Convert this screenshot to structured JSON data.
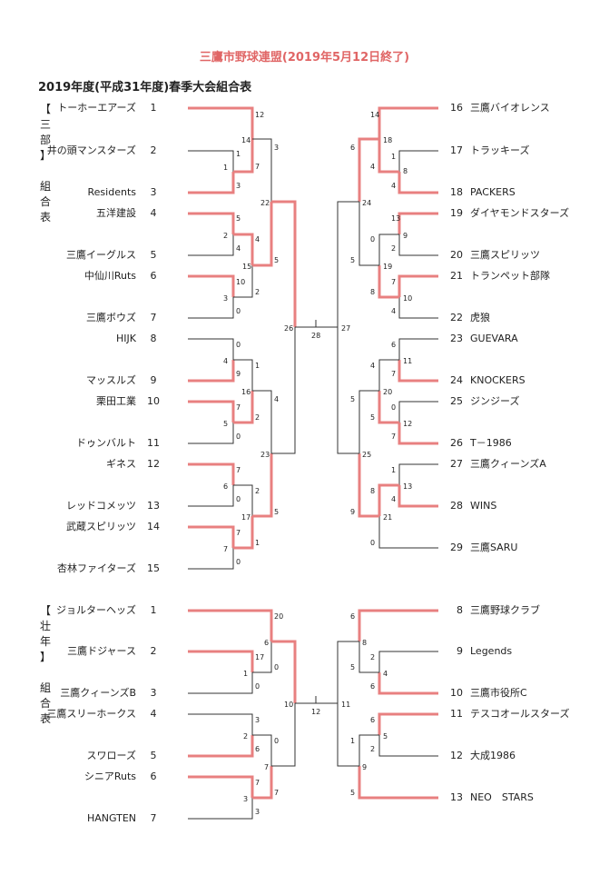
{
  "header": {
    "title": "三鷹市野球連盟(2019年5月12日終了)",
    "subtitle": "2019年度(平成31年度)春季大会組合表"
  },
  "division_a": {
    "label": [
      "【",
      "三",
      "部",
      "】",
      "",
      "組",
      "合",
      "表"
    ],
    "left_teams": [
      {
        "name": "トーホーエアーズ",
        "num": "1"
      },
      {
        "name": "井の頭マンスターズ",
        "num": "2"
      },
      {
        "name": "Residents",
        "num": "3"
      },
      {
        "name": "五洋建設",
        "num": "4"
      },
      {
        "name": "三鷹イーグルス",
        "num": "5"
      },
      {
        "name": "中仙川Ruts",
        "num": "6"
      },
      {
        "name": "三鷹ボウズ",
        "num": "7"
      },
      {
        "name": "HIJK",
        "num": "8"
      },
      {
        "name": "マッスルズ",
        "num": "9"
      },
      {
        "name": "栗田工業",
        "num": "10"
      },
      {
        "name": "ドゥンバルト",
        "num": "11"
      },
      {
        "name": "ギネス",
        "num": "12"
      },
      {
        "name": "レッドコメッツ",
        "num": "13"
      },
      {
        "name": "武蔵スピリッツ",
        "num": "14"
      },
      {
        "name": "杏林ファイターズ",
        "num": "15"
      }
    ],
    "right_teams": [
      {
        "name": "三鷹バイオレンス",
        "num": "16"
      },
      {
        "name": "トラッキーズ",
        "num": "17"
      },
      {
        "name": "PACKERS",
        "num": "18"
      },
      {
        "name": "ダイヤモンドスターズ",
        "num": "19"
      },
      {
        "name": "三鷹スピリッツ",
        "num": "20"
      },
      {
        "name": "トランペット部隊",
        "num": "21"
      },
      {
        "name": "虎狼",
        "num": "22"
      },
      {
        "name": "GUEVARA",
        "num": "23"
      },
      {
        "name": "KNOCKERS",
        "num": "24"
      },
      {
        "name": "ジンジーズ",
        "num": "25"
      },
      {
        "name": "T－1986",
        "num": "26"
      },
      {
        "name": "三鷹クィーンズA",
        "num": "27"
      },
      {
        "name": "WINS",
        "num": "28"
      },
      {
        "name": "三鷹SARU",
        "num": "29"
      }
    ]
  },
  "division_b": {
    "label": [
      "【",
      "壮",
      "年",
      "】",
      "",
      "組",
      "合",
      "表"
    ],
    "left_teams": [
      {
        "name": "ジョルターヘッズ",
        "num": "1"
      },
      {
        "name": "三鷹ドジャース",
        "num": "2"
      },
      {
        "name": "三鷹クィーンズB",
        "num": "3"
      },
      {
        "name": "三鷹スリーホークス",
        "num": "4"
      },
      {
        "name": "スワローズ",
        "num": "5"
      },
      {
        "name": "シニアRuts",
        "num": "6"
      },
      {
        "name": "HANGTEN",
        "num": "7"
      }
    ],
    "right_teams": [
      {
        "name": "三鷹野球クラブ",
        "num": "8"
      },
      {
        "name": "Legends",
        "num": "9"
      },
      {
        "name": "三鷹市役所C",
        "num": "10"
      },
      {
        "name": "テスコオールスターズ",
        "num": "11"
      },
      {
        "name": "大成1986",
        "num": "12"
      },
      {
        "name": "NEO　STARS",
        "num": "13"
      }
    ]
  },
  "colors": {
    "winner_line": "#e88080",
    "title": "#e06666",
    "line": "#333333"
  }
}
